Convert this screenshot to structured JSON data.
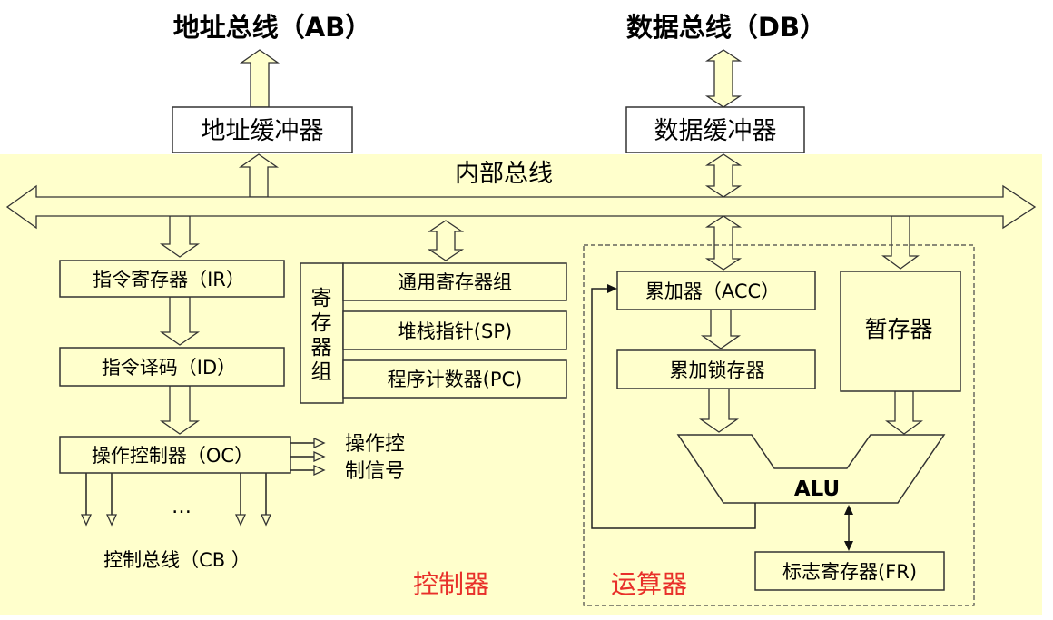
{
  "titles": {
    "address_bus": "地址总线（AB）",
    "data_bus": "数据总线（DB）"
  },
  "buffers": {
    "address": "地址缓冲器",
    "data": "数据缓冲器"
  },
  "internal_bus": "内部总线",
  "controller": {
    "ir": "指令寄存器（IR）",
    "id": "指令译码（ID）",
    "oc": "操作控制器（OC）",
    "signals_line1": "操作控",
    "signals_line2": "制信号",
    "ellipsis": "…",
    "control_bus": "控制总线（CB ）",
    "label": "控制器"
  },
  "register_group": {
    "label_chars": [
      "寄",
      "存",
      "器",
      "组"
    ],
    "items": [
      "通用寄存器组",
      "堆栈指针(SP)",
      "程序计数器(PC)"
    ]
  },
  "alu_unit": {
    "acc": "累加器（ACC）",
    "latch": "累加锁存器",
    "temp": "暂存器",
    "alu": "ALU",
    "fr": "标志寄存器(FR)",
    "label": "运算器"
  },
  "colors": {
    "background": "#ffffcc",
    "label_red": "#e8302a"
  }
}
